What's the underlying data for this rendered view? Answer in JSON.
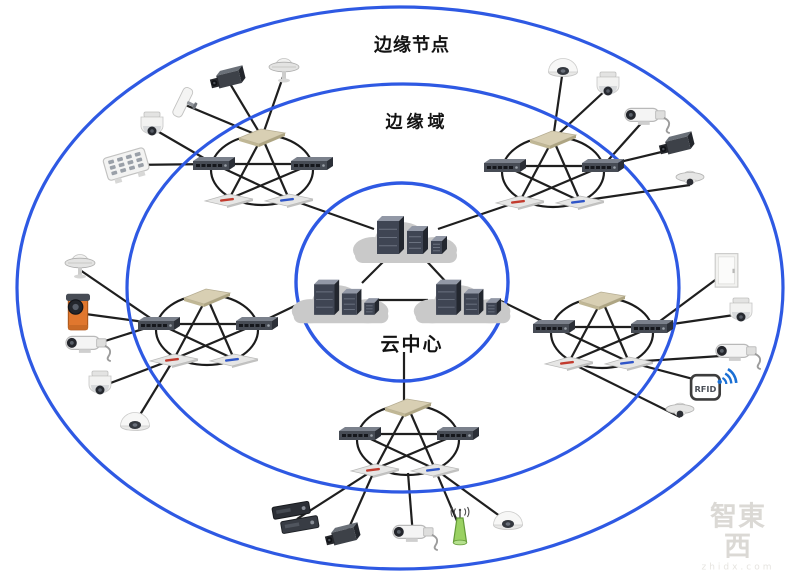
{
  "zones": [
    {
      "id": "edge-nodes",
      "label": "边缘节点"
    },
    {
      "id": "edge-domain",
      "label": "边缘域"
    },
    {
      "id": "cloud-center",
      "label": "云中心"
    }
  ],
  "rfid_label": "RFID",
  "watermark": {
    "brand": "智東西",
    "domain": "zhidx.com"
  },
  "colors": {
    "ring_stroke": "#2e59e3",
    "link_line": "#1f1f1f",
    "cluster_ring": "#1c1c1c",
    "cloud_fill": "#c9c9c9",
    "server_front": "#3f4553",
    "server_side": "#23272f",
    "server_top": "#9298a6",
    "server_stripe": "#6b7280",
    "rfid_accent": "#1a6fd4",
    "rfid_text": "#4a4f57",
    "antenna_green": "#9ad162",
    "antenna_green_dark": "#639a38",
    "camera_orange": "#e0772e",
    "flat_switch_red": "#c23b2e",
    "flat_switch_blue": "#2f55c8",
    "ap_beige": "#d8cfb3"
  },
  "cluster_node_types": [
    "access-point",
    "rack-switch",
    "rack-switch",
    "flat-switch",
    "flat-switch"
  ],
  "clusters": [
    {
      "id": "top-left",
      "devices": [
        "panel-antenna",
        "box-camera",
        "satellite-dome",
        "ptz-dome-camera",
        "keypad-panel"
      ]
    },
    {
      "id": "top-right",
      "devices": [
        "dome-camera",
        "ptz-dome-camera",
        "bullet-camera",
        "box-camera",
        "mini-dome-camera"
      ]
    },
    {
      "id": "mid-left",
      "devices": [
        "satellite-dome",
        "orange-box-camera",
        "bullet-camera",
        "ptz-dome-camera",
        "dome-camera"
      ]
    },
    {
      "id": "mid-right",
      "devices": [
        "wall-panel",
        "ptz-dome-camera",
        "bullet-camera",
        "rfid-reader",
        "mini-dome-camera"
      ]
    },
    {
      "id": "bottom",
      "devices": [
        "nvr-stack",
        "box-camera",
        "bullet-camera",
        "wireless-antenna",
        "dome-camera"
      ]
    }
  ],
  "clouds": [
    "cloud-top",
    "cloud-left",
    "cloud-right"
  ]
}
